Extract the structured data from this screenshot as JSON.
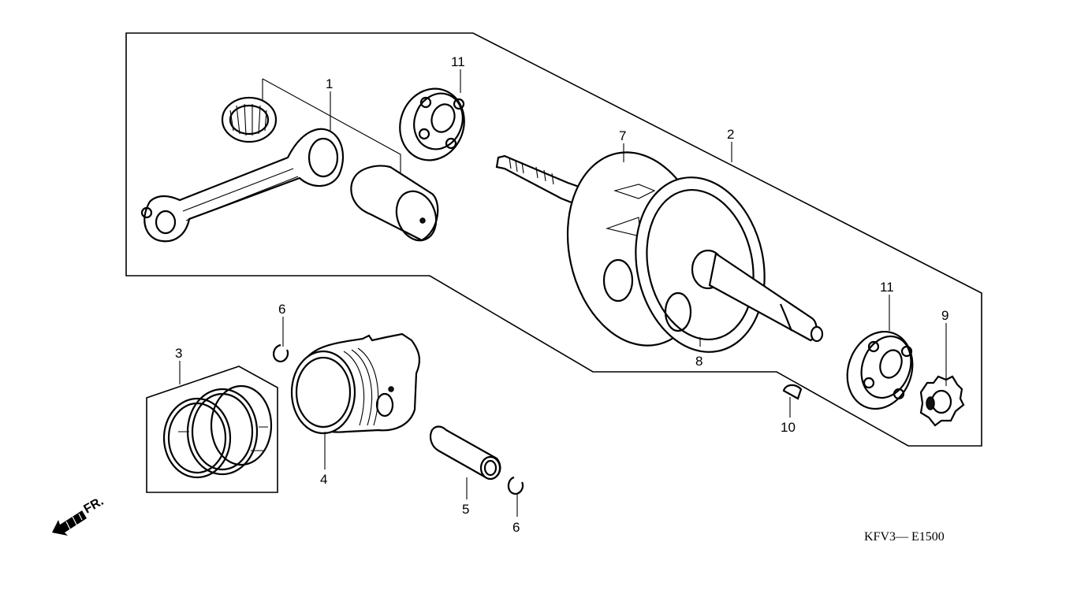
{
  "diagram": {
    "callouts": [
      {
        "id": "1",
        "label": "1"
      },
      {
        "id": "2",
        "label": "2"
      },
      {
        "id": "3",
        "label": "3"
      },
      {
        "id": "4",
        "label": "4"
      },
      {
        "id": "5",
        "label": "5"
      },
      {
        "id": "6a",
        "label": "6"
      },
      {
        "id": "6b",
        "label": "6"
      },
      {
        "id": "7",
        "label": "7"
      },
      {
        "id": "8",
        "label": "8"
      },
      {
        "id": "9",
        "label": "9"
      },
      {
        "id": "10",
        "label": "10"
      },
      {
        "id": "11a",
        "label": "11"
      },
      {
        "id": "11b",
        "label": "11"
      }
    ],
    "front_label": "FR.",
    "diagram_code": "KFV3— E1500"
  }
}
